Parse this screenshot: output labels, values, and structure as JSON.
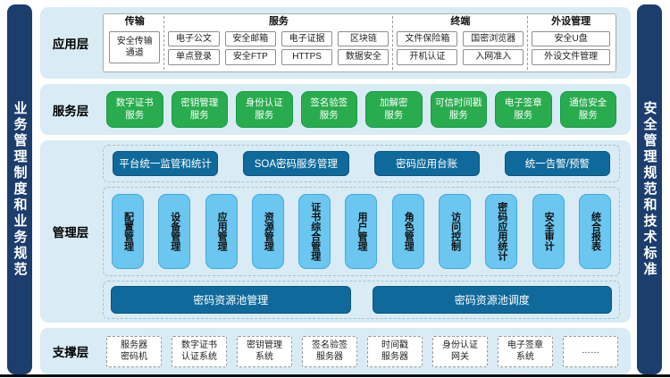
{
  "colors": {
    "layer_bg": "#d9ebf4",
    "green": "#29ac4e",
    "light_blue": "#6bc6f0",
    "dark_blue": "#0f6a9b",
    "navy": "#1c3e6e"
  },
  "side_bars": {
    "left": "业务管理制度和业务规范",
    "right": "安全管理规范和技术标准"
  },
  "app": {
    "label": "应用层",
    "groups": [
      {
        "title": "传输",
        "box": [
          "安全传输",
          "通道"
        ]
      },
      {
        "title": "服务",
        "rows": [
          [
            "电子公文",
            "安全邮箱",
            "电子证据",
            "区块链"
          ],
          [
            "单点登录",
            "安全FTP",
            "HTTPS",
            "数据安全"
          ]
        ]
      },
      {
        "title": "终端",
        "rows": [
          [
            "文件保险箱",
            "国密浏览器"
          ],
          [
            "开机认证",
            "入网准入"
          ]
        ]
      },
      {
        "title": "外设管理",
        "rows": [
          [
            "安全U盘"
          ],
          [
            "外设文件管理"
          ]
        ]
      }
    ]
  },
  "service": {
    "label": "服务层",
    "items": [
      [
        "数字证书",
        "服务"
      ],
      [
        "密钥管理",
        "服务"
      ],
      [
        "身份认证",
        "服务"
      ],
      [
        "签名验签",
        "服务"
      ],
      [
        "加解密",
        "服务"
      ],
      [
        "可信时间戳",
        "服务"
      ],
      [
        "电子签章",
        "服务"
      ],
      [
        "通信安全",
        "服务"
      ]
    ]
  },
  "manage": {
    "label": "管理层",
    "top_buttons": [
      "平台统一监管和统计",
      "SOA密码服务管理",
      "密码应用台账",
      "统一告警/预警"
    ],
    "modules": [
      "配置管理",
      "设备管理",
      "应用管理",
      "资源管理",
      "证书综合管理",
      "用户管理",
      "角色管理",
      "访问控制",
      "密码应用统计",
      "安全审计",
      "统合报表"
    ],
    "pool_buttons": [
      "密码资源池管理",
      "密码资源池调度"
    ]
  },
  "support": {
    "label": "支撑层",
    "items": [
      [
        "服务器",
        "密码机"
      ],
      [
        "数字证书",
        "认证系统"
      ],
      [
        "密钥管理",
        "系统"
      ],
      [
        "签名验签",
        "服务器"
      ],
      [
        "时间戳",
        "服务器"
      ],
      [
        "身份认证",
        "网关"
      ],
      [
        "电子签章",
        "系统"
      ],
      [
        "……",
        ""
      ]
    ]
  }
}
